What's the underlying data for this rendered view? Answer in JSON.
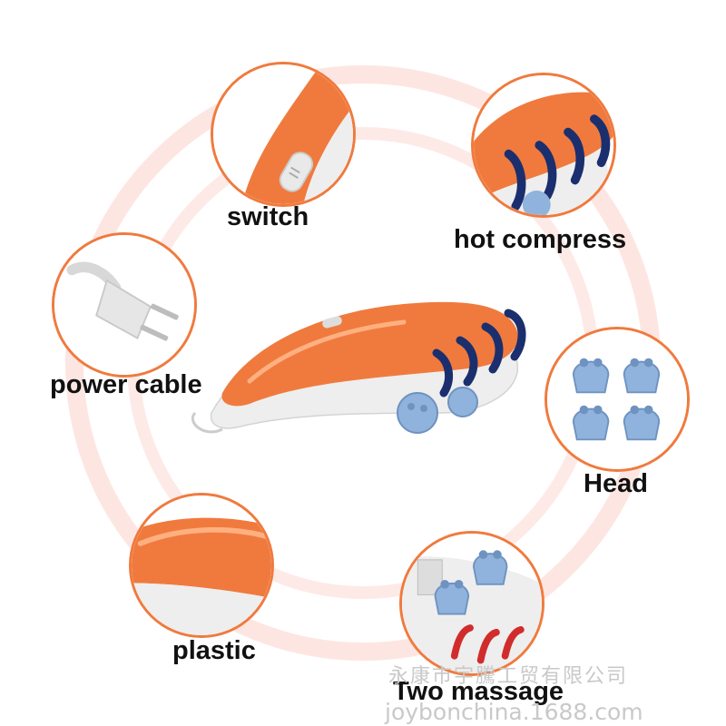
{
  "labels": {
    "switch": "switch",
    "hot_compress": "hot compress",
    "power_cable": "power cable",
    "head": "Head",
    "plastic": "plastic",
    "two_massage": "Two massage"
  },
  "watermark": {
    "company": "永康市宇騰工贸有限公司",
    "site": "joybonchina.1688.com"
  },
  "colors": {
    "accent_orange": "#f07a3e",
    "ring_pink": "#fde6e1",
    "head_blue": "#8fb3dc",
    "shell_white": "#f2f2f2",
    "dark_blue": "#1b2f6e"
  }
}
